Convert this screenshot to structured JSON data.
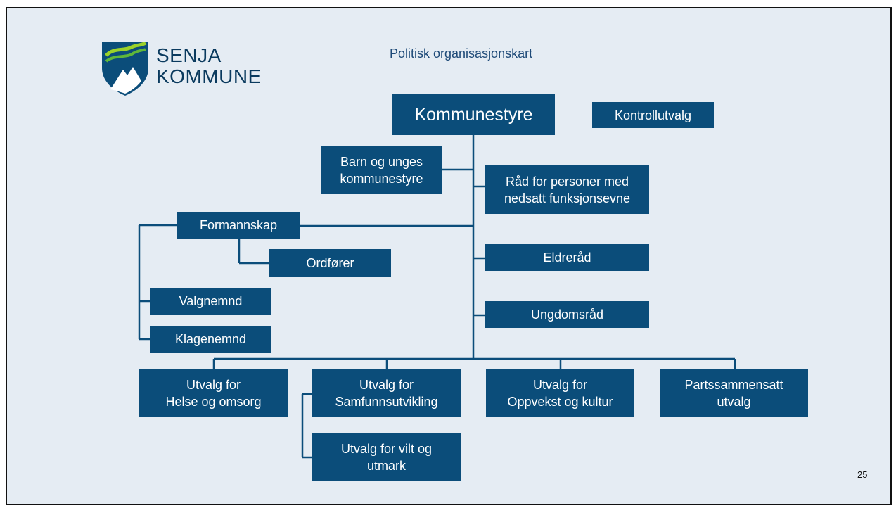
{
  "logo": {
    "line1": "SENJA",
    "line2": "KOMMUNE",
    "icon": "senja-coat-of-arms"
  },
  "title": "Politisk organisasjonskart",
  "nodes": {
    "kommunestyre": "Kommunestyre",
    "kontrollutvalg": "Kontrollutvalg",
    "barn_og_unges": "Barn og unges\nkommunestyre",
    "rad_funksjonsevne": "Råd for personer med\nnedsatt funksjonsevne",
    "formannskap": "Formannskap",
    "ordforer": "Ordfører",
    "eldrerad": "Eldreråd",
    "valgnemnd": "Valgnemnd",
    "ungdomsrad": "Ungdomsråd",
    "klagenemnd": "Klagenemnd",
    "helse_omsorg": "Utvalg for\nHelse og omsorg",
    "samfunnsutvikling": "Utvalg for\nSamfunnsutvikling",
    "oppvekst_kultur": "Utvalg for\nOppvekst og kultur",
    "partssammensatt": "Partssammensatt\nutvalg",
    "vilt_utmark": "Utvalg for vilt og\nutmark"
  },
  "page_number": "25",
  "colors": {
    "box": "#0b4d7a",
    "background": "#e5ecf3",
    "title": "#1e4a78"
  }
}
